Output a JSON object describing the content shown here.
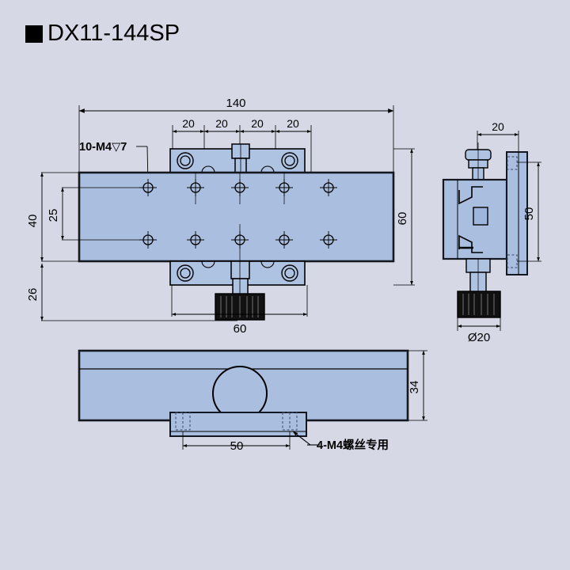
{
  "title": {
    "marker": "square-bullet",
    "label": "DX11-144SP"
  },
  "drawing": {
    "type": "engineering-dimension-drawing",
    "background_color": "#d6d8e6",
    "body_fill_color": "#aabfe0",
    "line_color": "#000000",
    "knob_color": "#111111"
  },
  "top_view": {
    "name": "top-view",
    "overall_length": "140",
    "pitch_dims": [
      "20",
      "20",
      "20",
      "20"
    ],
    "overall_width": "60",
    "left_dims": {
      "outer": "40",
      "inner": "25",
      "lower": "26"
    },
    "bottom_dim": "60",
    "hole_callout": "10-M4▽7",
    "hole_rows": 2,
    "hole_columns": 5
  },
  "side_view": {
    "name": "side-view",
    "top_dim": "20",
    "height_dim": "50",
    "knob_dim": "Ø20"
  },
  "front_view": {
    "name": "front-view",
    "height_dim": "34",
    "width_dim": "50",
    "screw_callout": "4-M4螺丝专用"
  }
}
